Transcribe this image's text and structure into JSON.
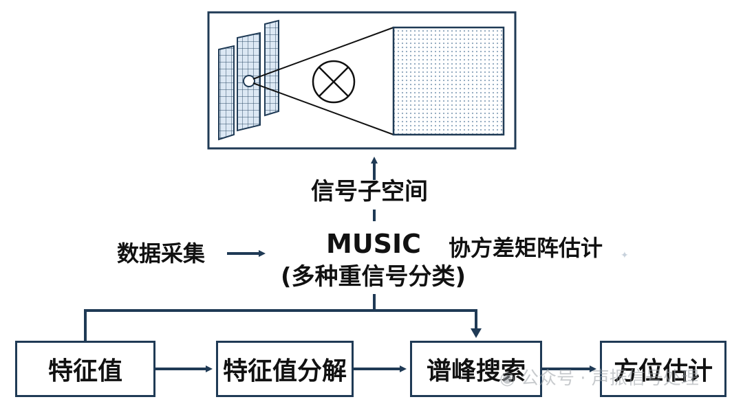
{
  "top_label": "信号子空间",
  "center": {
    "title": "MUSIC",
    "subtitle": "(多种重信号分类)"
  },
  "left_label": "数据采集",
  "right_label": "协方差矩阵估计",
  "boxes": [
    "特征值",
    "特征值分解",
    "谱峰搜索",
    "方位估计"
  ],
  "watermark": "公众号 · 声振信号处理",
  "colors": {
    "line": "#1f3a55",
    "text": "#111111",
    "panel": "#cfe0f0"
  },
  "icons": [
    "antenna-array-icon",
    "cross-circle-icon",
    "dot-grid-icon",
    "arrow-icon",
    "wechat-icon"
  ]
}
